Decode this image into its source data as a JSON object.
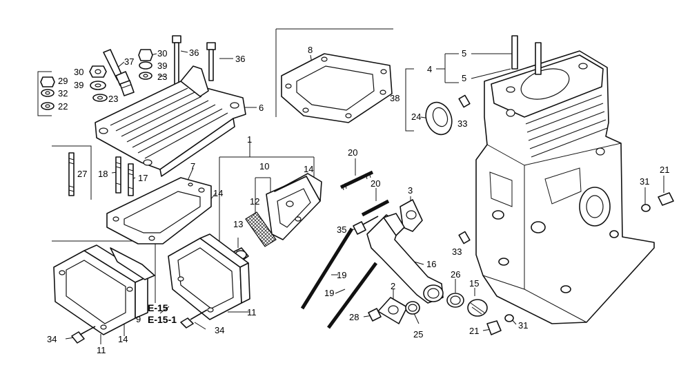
{
  "callouts": {
    "c37": "37",
    "c30a": "30",
    "c30b": "30",
    "c36a": "36",
    "c36b": "36",
    "c39a": "39",
    "c39b": "39",
    "c23a": "23",
    "c23b": "23",
    "c29": "29",
    "c32": "32",
    "c22": "22",
    "c6": "6",
    "c8": "8",
    "c38": "38",
    "c4": "4",
    "c5a": "5",
    "c5b": "5",
    "c24": "24",
    "c33a": "33",
    "c33b": "33",
    "c27": "27",
    "c18": "18",
    "c17": "17",
    "c7": "7",
    "c14a": "14",
    "c14b": "14",
    "c14c": "14",
    "c1": "1",
    "c10": "10",
    "c12": "12",
    "c13": "13",
    "c9": "9",
    "c11a": "11",
    "c11b": "11",
    "c34a": "34",
    "c34b": "34",
    "c20a": "20",
    "c20b": "20",
    "c3": "3",
    "c35": "35",
    "c19a": "19",
    "c19b": "19",
    "c16": "16",
    "c2": "2",
    "c28": "28",
    "c25": "25",
    "c26": "26",
    "c15": "15",
    "c21a": "21",
    "c21b": "21",
    "c31a": "31",
    "c31b": "31"
  },
  "references": {
    "e15": "E-15",
    "e15_1": "E-15-1"
  }
}
